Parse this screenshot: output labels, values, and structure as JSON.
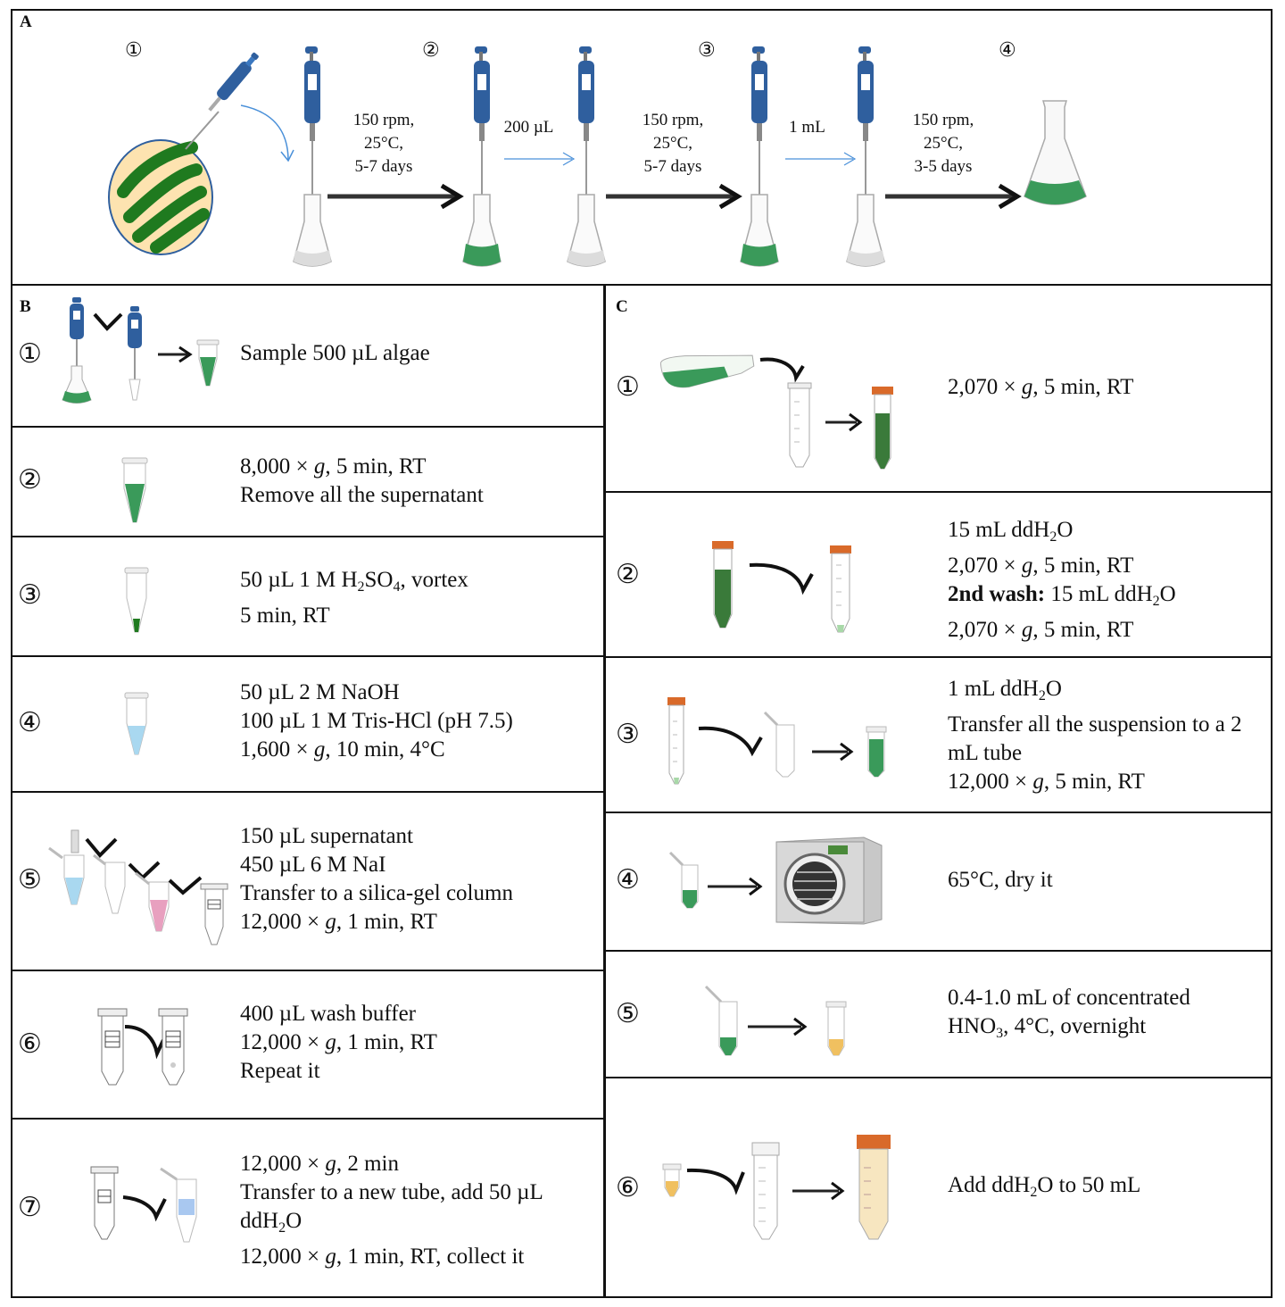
{
  "panels": {
    "A": {
      "label": "A",
      "steps": [
        "①",
        "②",
        "③",
        "④"
      ],
      "conditions": [
        {
          "line1": "150 rpm,",
          "line2": "25°C,",
          "line3": "5-7 days"
        },
        {
          "line1": "150 rpm,",
          "line2": "25°C,",
          "line3": "5-7 days"
        },
        {
          "line1": "150 rpm,",
          "line2": "25°C,",
          "line3": "3-5 days"
        }
      ],
      "volumes": [
        "200 µL",
        "1 mL"
      ]
    },
    "B": {
      "label": "B",
      "rows": [
        {
          "num": "①",
          "lines": [
            "Sample 500 µL algae"
          ]
        },
        {
          "num": "②",
          "g_line": {
            "pre": "8,000 × ",
            "g": "g",
            "post": ", 5 min, RT"
          },
          "lines": [
            "Remove all the supernatant"
          ]
        },
        {
          "num": "③",
          "h2so4": {
            "pre": "50 µL 1 M H",
            "sub1": "2",
            "mid": "SO",
            "sub2": "4",
            "post": ", vortex"
          },
          "lines": [
            "5 min, RT"
          ]
        },
        {
          "num": "④",
          "lines": [
            "50 µL 2 M NaOH",
            "100 µL 1 M Tris-HCl (pH 7.5)"
          ],
          "g_line": {
            "pre": "1,600 × ",
            "g": "g",
            "post": ", 10 min, 4°C"
          }
        },
        {
          "num": "⑤",
          "lines": [
            "150 µL supernatant",
            "450 µL 6 M NaI",
            "Transfer to a silica-gel column"
          ],
          "g_line": {
            "pre": "12,000 × ",
            "g": "g",
            "post": ", 1 min, RT"
          }
        },
        {
          "num": "⑥",
          "lines": [
            "400 µL wash buffer",
            "Repeat it"
          ],
          "g_line": {
            "pre": "12,000 × ",
            "g": "g",
            "post": ", 1 min, RT"
          }
        },
        {
          "num": "⑦",
          "g_line": {
            "pre": "12,000 × ",
            "g": "g",
            "post": ", 2 min"
          },
          "lines": [
            "Transfer to a new tube, add 50 µL",
            "ddH",
            "2",
            "O"
          ],
          "g_line2": {
            "pre": "12,000 × ",
            "g": "g",
            "post": ", 1 min, RT, collect it"
          }
        }
      ]
    },
    "C": {
      "label": "C",
      "rows": [
        {
          "num": "①",
          "g_line": {
            "pre": "2,070 × ",
            "g": "g",
            "post": ", 5 min, RT"
          }
        },
        {
          "num": "②",
          "water": {
            "pre": "15 mL ddH",
            "sub": "2",
            "post": "O"
          },
          "g_line": {
            "pre": "2,070 × ",
            "g": "g",
            "post": ", 5 min, RT"
          },
          "wash_bold": "2nd wash:",
          "wash_rest": {
            "pre": " 15 mL ddH",
            "sub": "2",
            "post": "O"
          },
          "g_line2": {
            "pre": "2,070 × ",
            "g": "g",
            "post": ", 5 min, RT"
          }
        },
        {
          "num": "③",
          "water": {
            "pre": "1 mL ddH",
            "sub": "2",
            "post": "O"
          },
          "lines": [
            "Transfer all the suspension to a 2",
            "mL tube"
          ],
          "g_line": {
            "pre": "12,000 × ",
            "g": "g",
            "post": ", 5 min, RT"
          }
        },
        {
          "num": "④",
          "lines": [
            "65°C, dry it"
          ]
        },
        {
          "num": "⑤",
          "lines": [
            "0.4-1.0 mL of concentrated"
          ],
          "hno3": {
            "pre": "HNO",
            "sub": "3",
            "post": ", 4°C, overnight"
          }
        },
        {
          "num": "⑥",
          "add": {
            "pre": "Add ddH",
            "sub": "2",
            "post": "O to 50 mL"
          }
        }
      ]
    }
  },
  "colors": {
    "pipette_blue": "#2f5f9e",
    "algae_green": "#3a9a5a",
    "dark_green": "#1f7a1f",
    "dish_fill": "#fde3b0",
    "tube_light_blue": "#a9d8f0",
    "tube_pink": "#e8a0bf",
    "tube_yellow": "#f0c060",
    "cap_orange": "#d96a2a",
    "arrow_blue": "#4a90d9"
  }
}
